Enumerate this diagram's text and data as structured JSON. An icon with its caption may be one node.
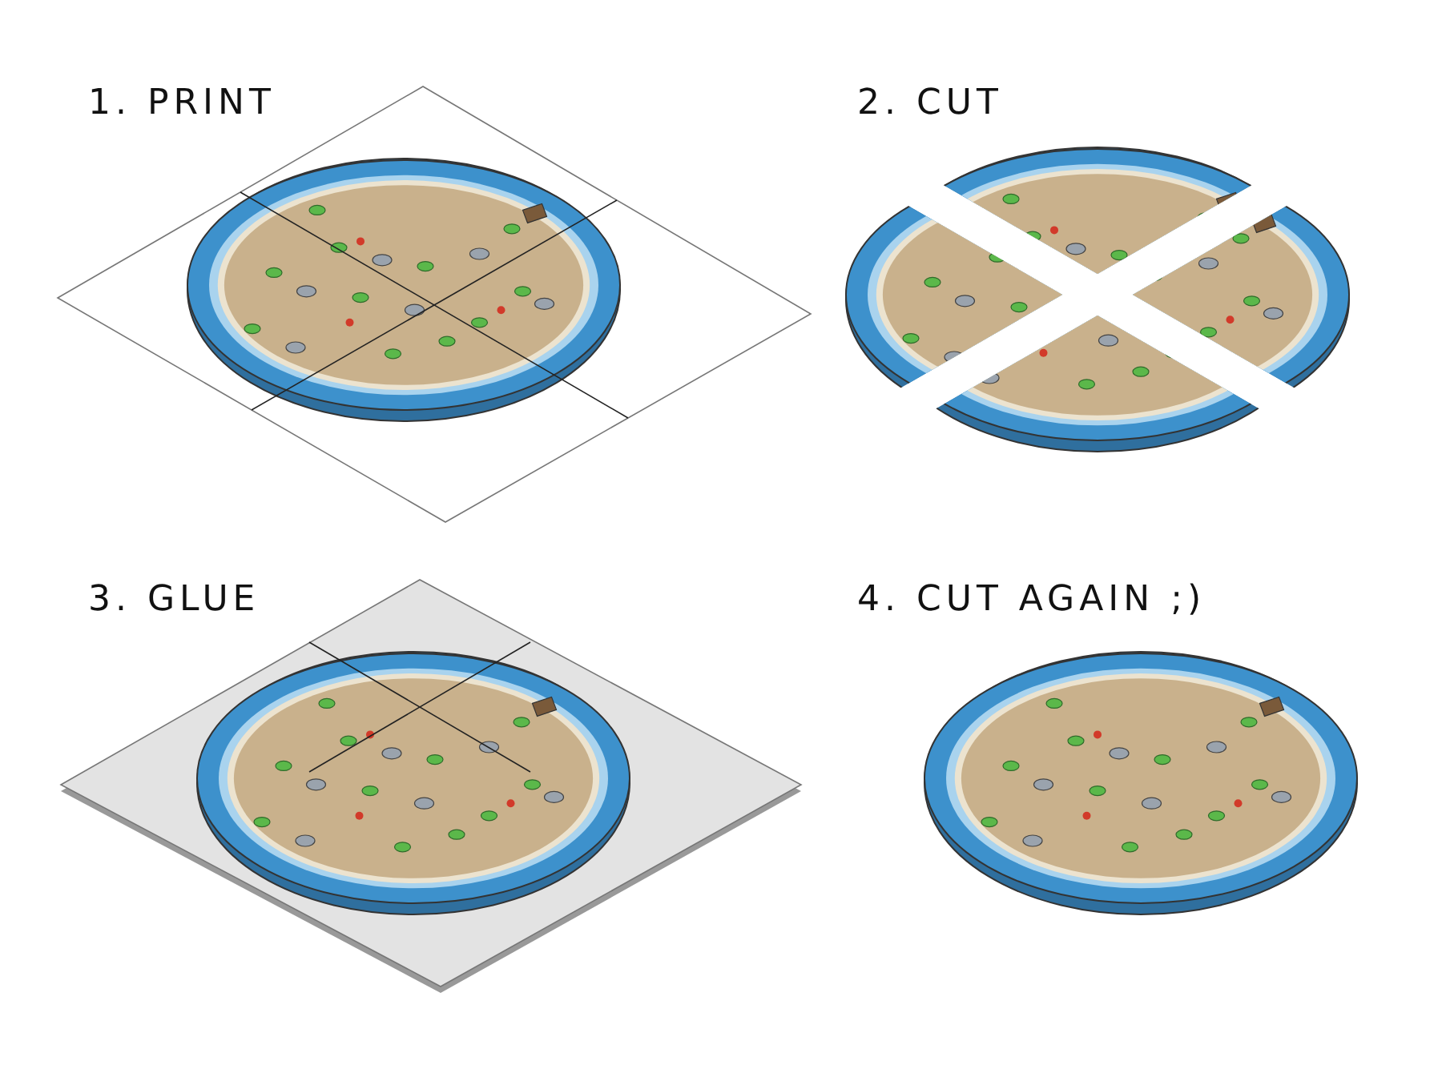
{
  "diagram": {
    "labels": [
      "1. PRINT",
      "2. CUT",
      "3. GLUE",
      "4. CUT AGAIN ;)"
    ]
  }
}
